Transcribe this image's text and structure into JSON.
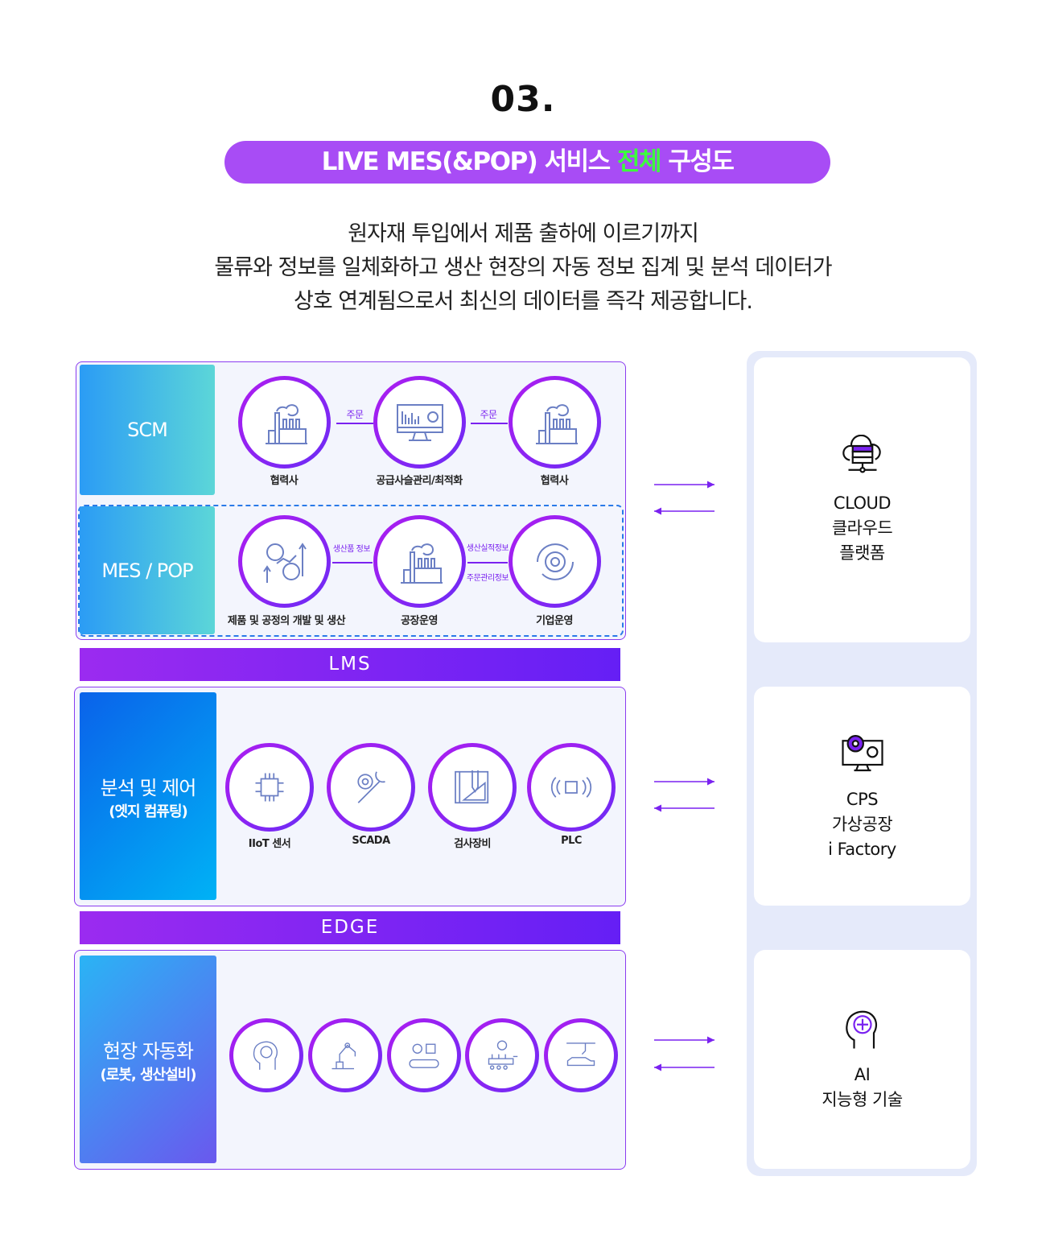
{
  "header": {
    "number": "03.",
    "title_pre": "LIVE MES(&POP) 서비스 ",
    "title_highlight": "전체",
    "title_post": " 구성도",
    "description": [
      "원자재 투입에서 제품 출하에 이르기까지",
      "물류와 정보를 일체화하고 생산 현장의 자동 정보 집계 및 분석 데이터가",
      "상호 연계됨으로서 최신의 데이터를 즉각 제공합니다."
    ]
  },
  "scm": {
    "label": "SCM",
    "nodes": [
      "협력사",
      "공급사슬관리/최적화",
      "협력사"
    ],
    "arrow_labels": [
      "주문",
      "주문"
    ]
  },
  "mes": {
    "label": "MES / POP",
    "nodes": [
      "제품 및 공정의 개발 및 생산",
      "공장운영",
      "기업운영"
    ],
    "arrow_labels": [
      "생산품 정보",
      "생산실적정보",
      "주문관리정보"
    ]
  },
  "lms": "LMS",
  "analysis": {
    "title": "분석 및 제어",
    "subtitle": "(엣지 컴퓨팅)",
    "nodes": [
      "IIoT 센서",
      "SCADA",
      "검사장비",
      "PLC"
    ]
  },
  "edge": "EDGE",
  "automation": {
    "title": "현장 자동화",
    "subtitle": "(로봇, 생산설비)"
  },
  "right": [
    {
      "lines": [
        "CLOUD",
        "클라우드",
        "플랫폼"
      ]
    },
    {
      "lines": [
        "CPS",
        "가상공장",
        "i Factory"
      ]
    },
    {
      "lines": [
        "AI",
        "지능형 기술"
      ]
    }
  ],
  "colors": {
    "accent": "#a84cf5",
    "highlight": "#3dff3d",
    "border": "#8a3cf0"
  }
}
